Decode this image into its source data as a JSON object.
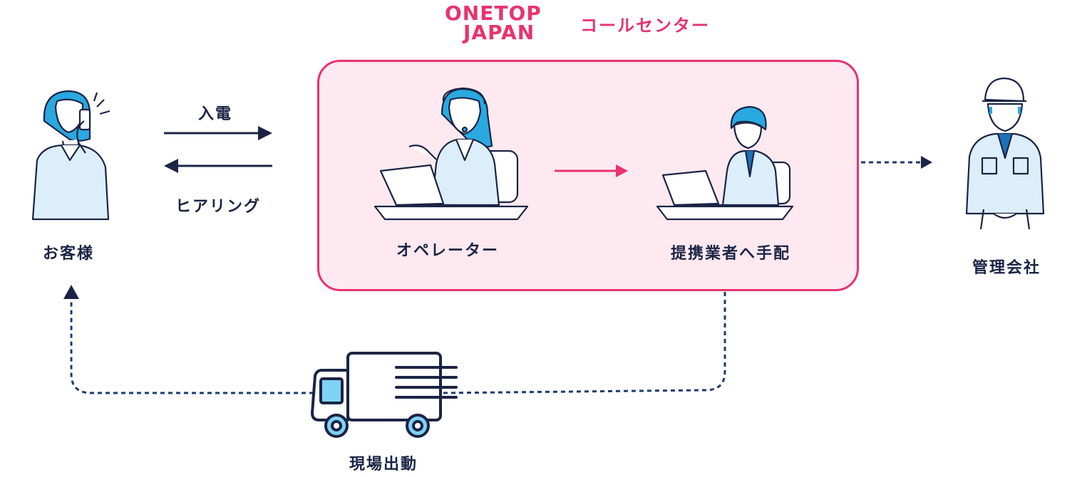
{
  "logo": {
    "line1": "ONETOP",
    "line2": "JAPAN",
    "subtitle": "コールセンター"
  },
  "nodes": {
    "customer": "お客様",
    "operator": "オペレーター",
    "partner": "提携業者へ手配",
    "management": "管理会社",
    "dispatch": "現場出動"
  },
  "arrows": {
    "incoming_call": "入電",
    "hearing": "ヒアリング"
  },
  "colors": {
    "accent": "#e8336e",
    "center_bg": "#fde9ef",
    "navy": "#1b2445",
    "dotted": "#1c3b6e",
    "skin_blue": "#29a9e0",
    "shirt": "#dceefa"
  }
}
